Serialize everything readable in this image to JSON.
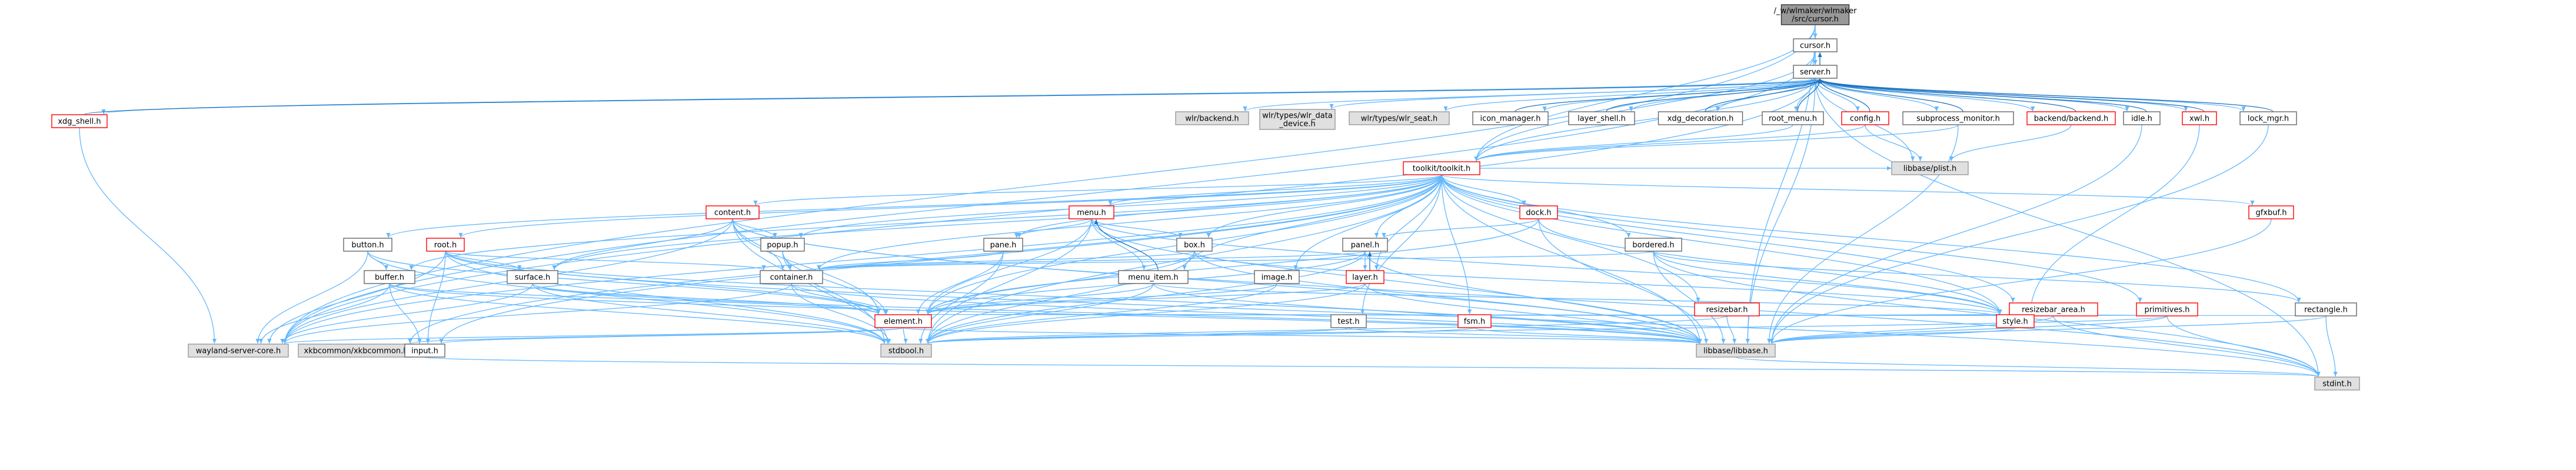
{
  "graph": {
    "colors": {
      "edge": "#63b8ff",
      "edge_back": "#1e73be",
      "node_fill": "#ffffff",
      "node_border": "#666666",
      "red_border": "#ff0000",
      "gray_fill": "#e0e0e0",
      "gray_border": "#999999",
      "root_fill": "#999999",
      "root_border": "#333333"
    },
    "nodes": [
      {
        "id": "root",
        "lines": [
          "/_w/wlmaker/wlmaker",
          "/src/cursor.h"
        ],
        "style": "root"
      },
      {
        "id": "cursor",
        "lines": [
          "cursor.h"
        ],
        "style": "normal"
      },
      {
        "id": "server",
        "lines": [
          "server.h"
        ],
        "style": "normal"
      },
      {
        "id": "xdg_shell",
        "lines": [
          "xdg_shell.h"
        ],
        "style": "red"
      },
      {
        "id": "wlrbackend",
        "lines": [
          "wlr/backend.h"
        ],
        "style": "gray"
      },
      {
        "id": "wlrdatadevice",
        "lines": [
          "wlr/types/wlr_data",
          "_device.h"
        ],
        "style": "gray"
      },
      {
        "id": "wlrseat",
        "lines": [
          "wlr/types/wlr_seat.h"
        ],
        "style": "gray"
      },
      {
        "id": "icon_manager",
        "lines": [
          "icon_manager.h"
        ],
        "style": "normal"
      },
      {
        "id": "layer_shell",
        "lines": [
          "layer_shell.h"
        ],
        "style": "normal"
      },
      {
        "id": "xdg_decoration",
        "lines": [
          "xdg_decoration.h"
        ],
        "style": "normal"
      },
      {
        "id": "root_menu",
        "lines": [
          "root_menu.h"
        ],
        "style": "normal"
      },
      {
        "id": "config",
        "lines": [
          "config.h"
        ],
        "style": "red"
      },
      {
        "id": "subprocess_monitor",
        "lines": [
          "subprocess_monitor.h"
        ],
        "style": "normal"
      },
      {
        "id": "backend",
        "lines": [
          "backend/backend.h"
        ],
        "style": "red"
      },
      {
        "id": "idle",
        "lines": [
          "idle.h"
        ],
        "style": "normal"
      },
      {
        "id": "xwl",
        "lines": [
          "xwl.h"
        ],
        "style": "red"
      },
      {
        "id": "lock_mgr",
        "lines": [
          "lock_mgr.h"
        ],
        "style": "normal"
      },
      {
        "id": "toolkit",
        "lines": [
          "toolkit/toolkit.h"
        ],
        "style": "red"
      },
      {
        "id": "plist",
        "lines": [
          "libbase/plist.h"
        ],
        "style": "gray"
      },
      {
        "id": "content",
        "lines": [
          "content.h"
        ],
        "style": "red"
      },
      {
        "id": "menu",
        "lines": [
          "menu.h"
        ],
        "style": "red"
      },
      {
        "id": "dock",
        "lines": [
          "dock.h"
        ],
        "style": "red"
      },
      {
        "id": "gfxbuf",
        "lines": [
          "gfxbuf.h"
        ],
        "style": "red"
      },
      {
        "id": "button",
        "lines": [
          "button.h"
        ],
        "style": "normal"
      },
      {
        "id": "rootn",
        "lines": [
          "root.h"
        ],
        "style": "red"
      },
      {
        "id": "popup",
        "lines": [
          "popup.h"
        ],
        "style": "normal"
      },
      {
        "id": "pane",
        "lines": [
          "pane.h"
        ],
        "style": "normal"
      },
      {
        "id": "box",
        "lines": [
          "box.h"
        ],
        "style": "normal"
      },
      {
        "id": "panel",
        "lines": [
          "panel.h"
        ],
        "style": "normal"
      },
      {
        "id": "bordered",
        "lines": [
          "bordered.h"
        ],
        "style": "normal"
      },
      {
        "id": "buffer",
        "lines": [
          "buffer.h"
        ],
        "style": "normal"
      },
      {
        "id": "surface",
        "lines": [
          "surface.h"
        ],
        "style": "normal"
      },
      {
        "id": "container",
        "lines": [
          "container.h"
        ],
        "style": "normal"
      },
      {
        "id": "menu_item",
        "lines": [
          "menu_item.h"
        ],
        "style": "normal"
      },
      {
        "id": "image",
        "lines": [
          "image.h"
        ],
        "style": "normal"
      },
      {
        "id": "layer",
        "lines": [
          "layer.h"
        ],
        "style": "red"
      },
      {
        "id": "resizebar",
        "lines": [
          "resizebar.h"
        ],
        "style": "red"
      },
      {
        "id": "resizebar_area",
        "lines": [
          "resizebar_area.h"
        ],
        "style": "red"
      },
      {
        "id": "primitives",
        "lines": [
          "primitives.h"
        ],
        "style": "red"
      },
      {
        "id": "rectangle",
        "lines": [
          "rectangle.h"
        ],
        "style": "normal"
      },
      {
        "id": "element",
        "lines": [
          "element.h"
        ],
        "style": "red"
      },
      {
        "id": "test",
        "lines": [
          "test.h"
        ],
        "style": "normal"
      },
      {
        "id": "fsm",
        "lines": [
          "fsm.h"
        ],
        "style": "red"
      },
      {
        "id": "style",
        "lines": [
          "style.h"
        ],
        "style": "red"
      },
      {
        "id": "wlserver",
        "lines": [
          "wayland-server-core.h"
        ],
        "style": "gray"
      },
      {
        "id": "xkb",
        "lines": [
          "xkbcommon/xkbcommon.h"
        ],
        "style": "gray"
      },
      {
        "id": "input",
        "lines": [
          "input.h"
        ],
        "style": "normal"
      },
      {
        "id": "stdbool",
        "lines": [
          "stdbool.h"
        ],
        "style": "gray"
      },
      {
        "id": "libbase",
        "lines": [
          "libbase/libbase.h"
        ],
        "style": "gray"
      },
      {
        "id": "stdint",
        "lines": [
          "stdint.h"
        ],
        "style": "gray"
      }
    ],
    "edges": [
      [
        "root",
        "cursor"
      ],
      [
        "root",
        "server"
      ],
      [
        "root",
        "toolkit"
      ],
      [
        "root",
        "wlserver"
      ],
      [
        "root",
        "libbase"
      ],
      [
        "cursor",
        "server"
      ],
      [
        "cursor",
        "wlserver"
      ],
      [
        "cursor",
        "toolkit"
      ],
      [
        "server",
        "xdg_shell"
      ],
      [
        "server",
        "wlrbackend"
      ],
      [
        "server",
        "wlrdatadevice"
      ],
      [
        "server",
        "wlrseat"
      ],
      [
        "server",
        "icon_manager"
      ],
      [
        "server",
        "layer_shell"
      ],
      [
        "server",
        "xdg_decoration"
      ],
      [
        "server",
        "root_menu"
      ],
      [
        "server",
        "config"
      ],
      [
        "server",
        "subprocess_monitor"
      ],
      [
        "server",
        "backend"
      ],
      [
        "server",
        "idle"
      ],
      [
        "server",
        "xwl"
      ],
      [
        "server",
        "lock_mgr"
      ],
      [
        "server",
        "toolkit"
      ],
      [
        "server",
        "plist"
      ],
      [
        "server",
        "wlserver"
      ],
      [
        "server",
        "libbase"
      ],
      [
        "server",
        "stdint"
      ],
      [
        "server",
        "cursor"
      ],
      [
        "xdg_shell",
        "server"
      ],
      [
        "icon_manager",
        "server"
      ],
      [
        "layer_shell",
        "server"
      ],
      [
        "xdg_decoration",
        "server"
      ],
      [
        "root_menu",
        "server"
      ],
      [
        "root_menu",
        "toolkit"
      ],
      [
        "config",
        "server"
      ],
      [
        "config",
        "plist"
      ],
      [
        "config",
        "toolkit"
      ],
      [
        "subprocess_monitor",
        "server"
      ],
      [
        "subprocess_monitor",
        "toolkit"
      ],
      [
        "subprocess_monitor",
        "libbase"
      ],
      [
        "backend",
        "server"
      ],
      [
        "backend",
        "plist"
      ],
      [
        "idle",
        "server"
      ],
      [
        "idle",
        "libbase"
      ],
      [
        "xwl",
        "server"
      ],
      [
        "xwl",
        "style"
      ],
      [
        "lock_mgr",
        "server"
      ],
      [
        "lock_mgr",
        "libbase"
      ],
      [
        "xdg_shell",
        "wlserver"
      ],
      [
        "toolkit",
        "content"
      ],
      [
        "toolkit",
        "menu"
      ],
      [
        "toolkit",
        "dock"
      ],
      [
        "toolkit",
        "gfxbuf"
      ],
      [
        "toolkit",
        "button"
      ],
      [
        "toolkit",
        "rootn"
      ],
      [
        "toolkit",
        "popup"
      ],
      [
        "toolkit",
        "pane"
      ],
      [
        "toolkit",
        "box"
      ],
      [
        "toolkit",
        "panel"
      ],
      [
        "toolkit",
        "bordered"
      ],
      [
        "toolkit",
        "buffer"
      ],
      [
        "toolkit",
        "surface"
      ],
      [
        "toolkit",
        "container"
      ],
      [
        "toolkit",
        "menu_item"
      ],
      [
        "toolkit",
        "image"
      ],
      [
        "toolkit",
        "layer"
      ],
      [
        "toolkit",
        "resizebar"
      ],
      [
        "toolkit",
        "resizebar_area"
      ],
      [
        "toolkit",
        "primitives"
      ],
      [
        "toolkit",
        "rectangle"
      ],
      [
        "toolkit",
        "element"
      ],
      [
        "toolkit",
        "test"
      ],
      [
        "toolkit",
        "fsm"
      ],
      [
        "toolkit",
        "style"
      ],
      [
        "toolkit",
        "input"
      ],
      [
        "toolkit",
        "xkb"
      ],
      [
        "toolkit",
        "wlserver"
      ],
      [
        "toolkit",
        "stdbool"
      ],
      [
        "toolkit",
        "libbase"
      ],
      [
        "toolkit",
        "plist"
      ],
      [
        "content",
        "popup"
      ],
      [
        "content",
        "container"
      ],
      [
        "content",
        "surface"
      ],
      [
        "content",
        "element"
      ],
      [
        "content",
        "stdbool"
      ],
      [
        "content",
        "libbase"
      ],
      [
        "content",
        "wlserver"
      ],
      [
        "content",
        "stdint"
      ],
      [
        "menu",
        "pane"
      ],
      [
        "menu",
        "box"
      ],
      [
        "menu",
        "menu_item"
      ],
      [
        "menu",
        "style"
      ],
      [
        "menu",
        "element"
      ],
      [
        "menu",
        "stdbool"
      ],
      [
        "menu",
        "libbase"
      ],
      [
        "menu_item",
        "menu"
      ],
      [
        "dock",
        "panel"
      ],
      [
        "dock",
        "libbase"
      ],
      [
        "dock",
        "style"
      ],
      [
        "dock",
        "element"
      ],
      [
        "gfxbuf",
        "libbase"
      ],
      [
        "button",
        "buffer"
      ],
      [
        "button",
        "element"
      ],
      [
        "button",
        "wlserver"
      ],
      [
        "button",
        "stdbool"
      ],
      [
        "rootn",
        "surface"
      ],
      [
        "rootn",
        "container"
      ],
      [
        "rootn",
        "element"
      ],
      [
        "rootn",
        "input"
      ],
      [
        "rootn",
        "wlserver"
      ],
      [
        "rootn",
        "stdbool"
      ],
      [
        "rootn",
        "libbase"
      ],
      [
        "rootn",
        "stdint"
      ],
      [
        "popup",
        "container"
      ],
      [
        "popup",
        "element"
      ],
      [
        "popup",
        "stdbool"
      ],
      [
        "pane",
        "container"
      ],
      [
        "pane",
        "element"
      ],
      [
        "pane",
        "stdbool"
      ],
      [
        "box",
        "container"
      ],
      [
        "box",
        "element"
      ],
      [
        "box",
        "stdbool"
      ],
      [
        "box",
        "libbase"
      ],
      [
        "box",
        "style"
      ],
      [
        "panel",
        "container"
      ],
      [
        "panel",
        "layer"
      ],
      [
        "panel",
        "element"
      ],
      [
        "panel",
        "stdbool"
      ],
      [
        "panel",
        "libbase"
      ],
      [
        "layer",
        "panel"
      ],
      [
        "layer",
        "element"
      ],
      [
        "layer",
        "stdbool"
      ],
      [
        "layer",
        "libbase"
      ],
      [
        "bordered",
        "container"
      ],
      [
        "bordered",
        "rectangle"
      ],
      [
        "bordered",
        "style"
      ],
      [
        "bordered",
        "libbase"
      ],
      [
        "bordered",
        "stdint"
      ],
      [
        "buffer",
        "element"
      ],
      [
        "buffer",
        "input"
      ],
      [
        "buffer",
        "wlserver"
      ],
      [
        "buffer",
        "libbase"
      ],
      [
        "buffer",
        "stdbool"
      ],
      [
        "surface",
        "element"
      ],
      [
        "surface",
        "wlserver"
      ],
      [
        "surface",
        "stdbool"
      ],
      [
        "surface",
        "libbase"
      ],
      [
        "container",
        "element"
      ],
      [
        "container",
        "libbase"
      ],
      [
        "container",
        "stdbool"
      ],
      [
        "container",
        "wlserver"
      ],
      [
        "menu_item",
        "element"
      ],
      [
        "menu_item",
        "libbase"
      ],
      [
        "menu_item",
        "stdbool"
      ],
      [
        "menu_item",
        "style"
      ],
      [
        "image",
        "element"
      ],
      [
        "image",
        "stdbool"
      ],
      [
        "resizebar",
        "element"
      ],
      [
        "resizebar",
        "style"
      ],
      [
        "resizebar",
        "stdbool"
      ],
      [
        "resizebar",
        "libbase"
      ],
      [
        "resizebar_area",
        "element"
      ],
      [
        "resizebar_area",
        "style"
      ],
      [
        "resizebar_area",
        "libbase"
      ],
      [
        "resizebar_area",
        "stdint"
      ],
      [
        "primitives",
        "style"
      ],
      [
        "primitives",
        "libbase"
      ],
      [
        "primitives",
        "stdint"
      ],
      [
        "primitives",
        "stdbool"
      ],
      [
        "rectangle",
        "element"
      ],
      [
        "rectangle",
        "libbase"
      ],
      [
        "rectangle",
        "stdint"
      ],
      [
        "element",
        "input"
      ],
      [
        "element",
        "libbase"
      ],
      [
        "element",
        "stdbool"
      ],
      [
        "element",
        "wlserver"
      ],
      [
        "element",
        "xkb"
      ],
      [
        "test",
        "libbase"
      ],
      [
        "test",
        "stdbool"
      ],
      [
        "fsm",
        "libbase"
      ],
      [
        "fsm",
        "stdbool"
      ],
      [
        "style",
        "libbase"
      ],
      [
        "input",
        "stdint"
      ],
      [
        "libbase",
        "stdint"
      ]
    ]
  }
}
